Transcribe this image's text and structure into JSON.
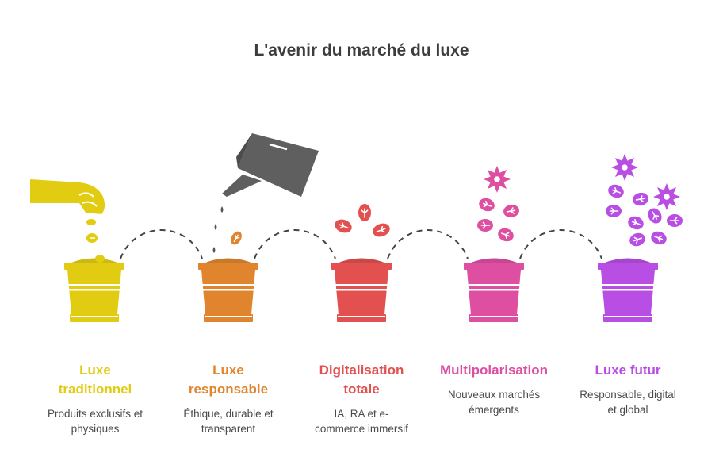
{
  "title": "L'avenir du marché du luxe",
  "stages": [
    {
      "heading_lines": [
        "Luxe",
        "traditionnel"
      ],
      "description_lines": [
        "Produits exclusifs et",
        "physiques"
      ],
      "color": "#e2cc12"
    },
    {
      "heading_lines": [
        "Luxe",
        "responsable"
      ],
      "description_lines": [
        "Éthique, durable et",
        "transparent"
      ],
      "color": "#e0852e"
    },
    {
      "heading_lines": [
        "Digitalisation",
        "totale"
      ],
      "description_lines": [
        "IA, RA et e-",
        "commerce immersif"
      ],
      "color": "#e25050"
    },
    {
      "heading_lines": [
        "Multipolarisation"
      ],
      "description_lines": [
        "Nouveaux marchés",
        "émergents"
      ],
      "color": "#de4fa2"
    },
    {
      "heading_lines": [
        "Luxe futur"
      ],
      "description_lines": [
        "Responsable, digital",
        "et global"
      ],
      "color": "#b84ee3"
    }
  ],
  "icons": [
    "hand-with-seeds-icon",
    "watering-can-icon",
    "sprouting-leaves-icon",
    "flower-and-leaves-icon",
    "flowers-and-leaves-icon"
  ],
  "colors": {
    "dashed_connector": "#444444",
    "watering_can": "#5f5f5f",
    "title": "#3d3d3d",
    "description": "#4a4a4a"
  }
}
